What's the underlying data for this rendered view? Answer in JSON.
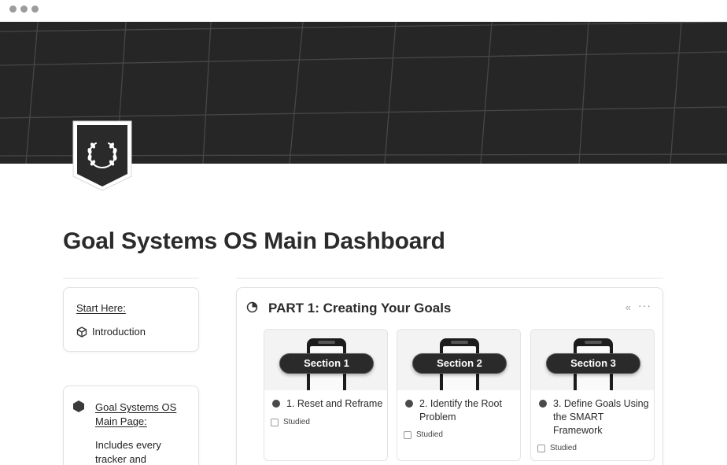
{
  "window": {
    "dots": [
      "close",
      "minimize",
      "zoom"
    ]
  },
  "page": {
    "title": "Goal Systems OS Main Dashboard"
  },
  "sidebar": {
    "start_here": "Start Here:",
    "introduction": "Introduction",
    "main_page_label": "Goal Systems OS Main Page:",
    "main_page_desc": "Includes every tracker and"
  },
  "part1": {
    "title": "PART 1: Creating Your Goals",
    "collapse_glyph": "«",
    "more_glyph": "···",
    "sections": [
      {
        "badge": "Section 1",
        "title": "1. Reset and Reframe",
        "checkbox_label": "Studied",
        "checked": false
      },
      {
        "badge": "Section 2",
        "title": "2. Identify the Root Problem",
        "checkbox_label": "Studied",
        "checked": false
      },
      {
        "badge": "Section 3",
        "title": "3. Define Goals Using the SMART Framework",
        "checkbox_label": "Studied",
        "checked": false
      }
    ]
  },
  "colors": {
    "cover_bg": "#262626",
    "grid_line": "#444444",
    "text": "#2b2b2b",
    "card_border": "#e1e1e1"
  },
  "icons": {
    "page_icon": "laurel-shield-icon",
    "intro_icon": "cube-icon",
    "main_page_icon": "hexagon-icon",
    "part_icon": "pie-chart-icon"
  }
}
